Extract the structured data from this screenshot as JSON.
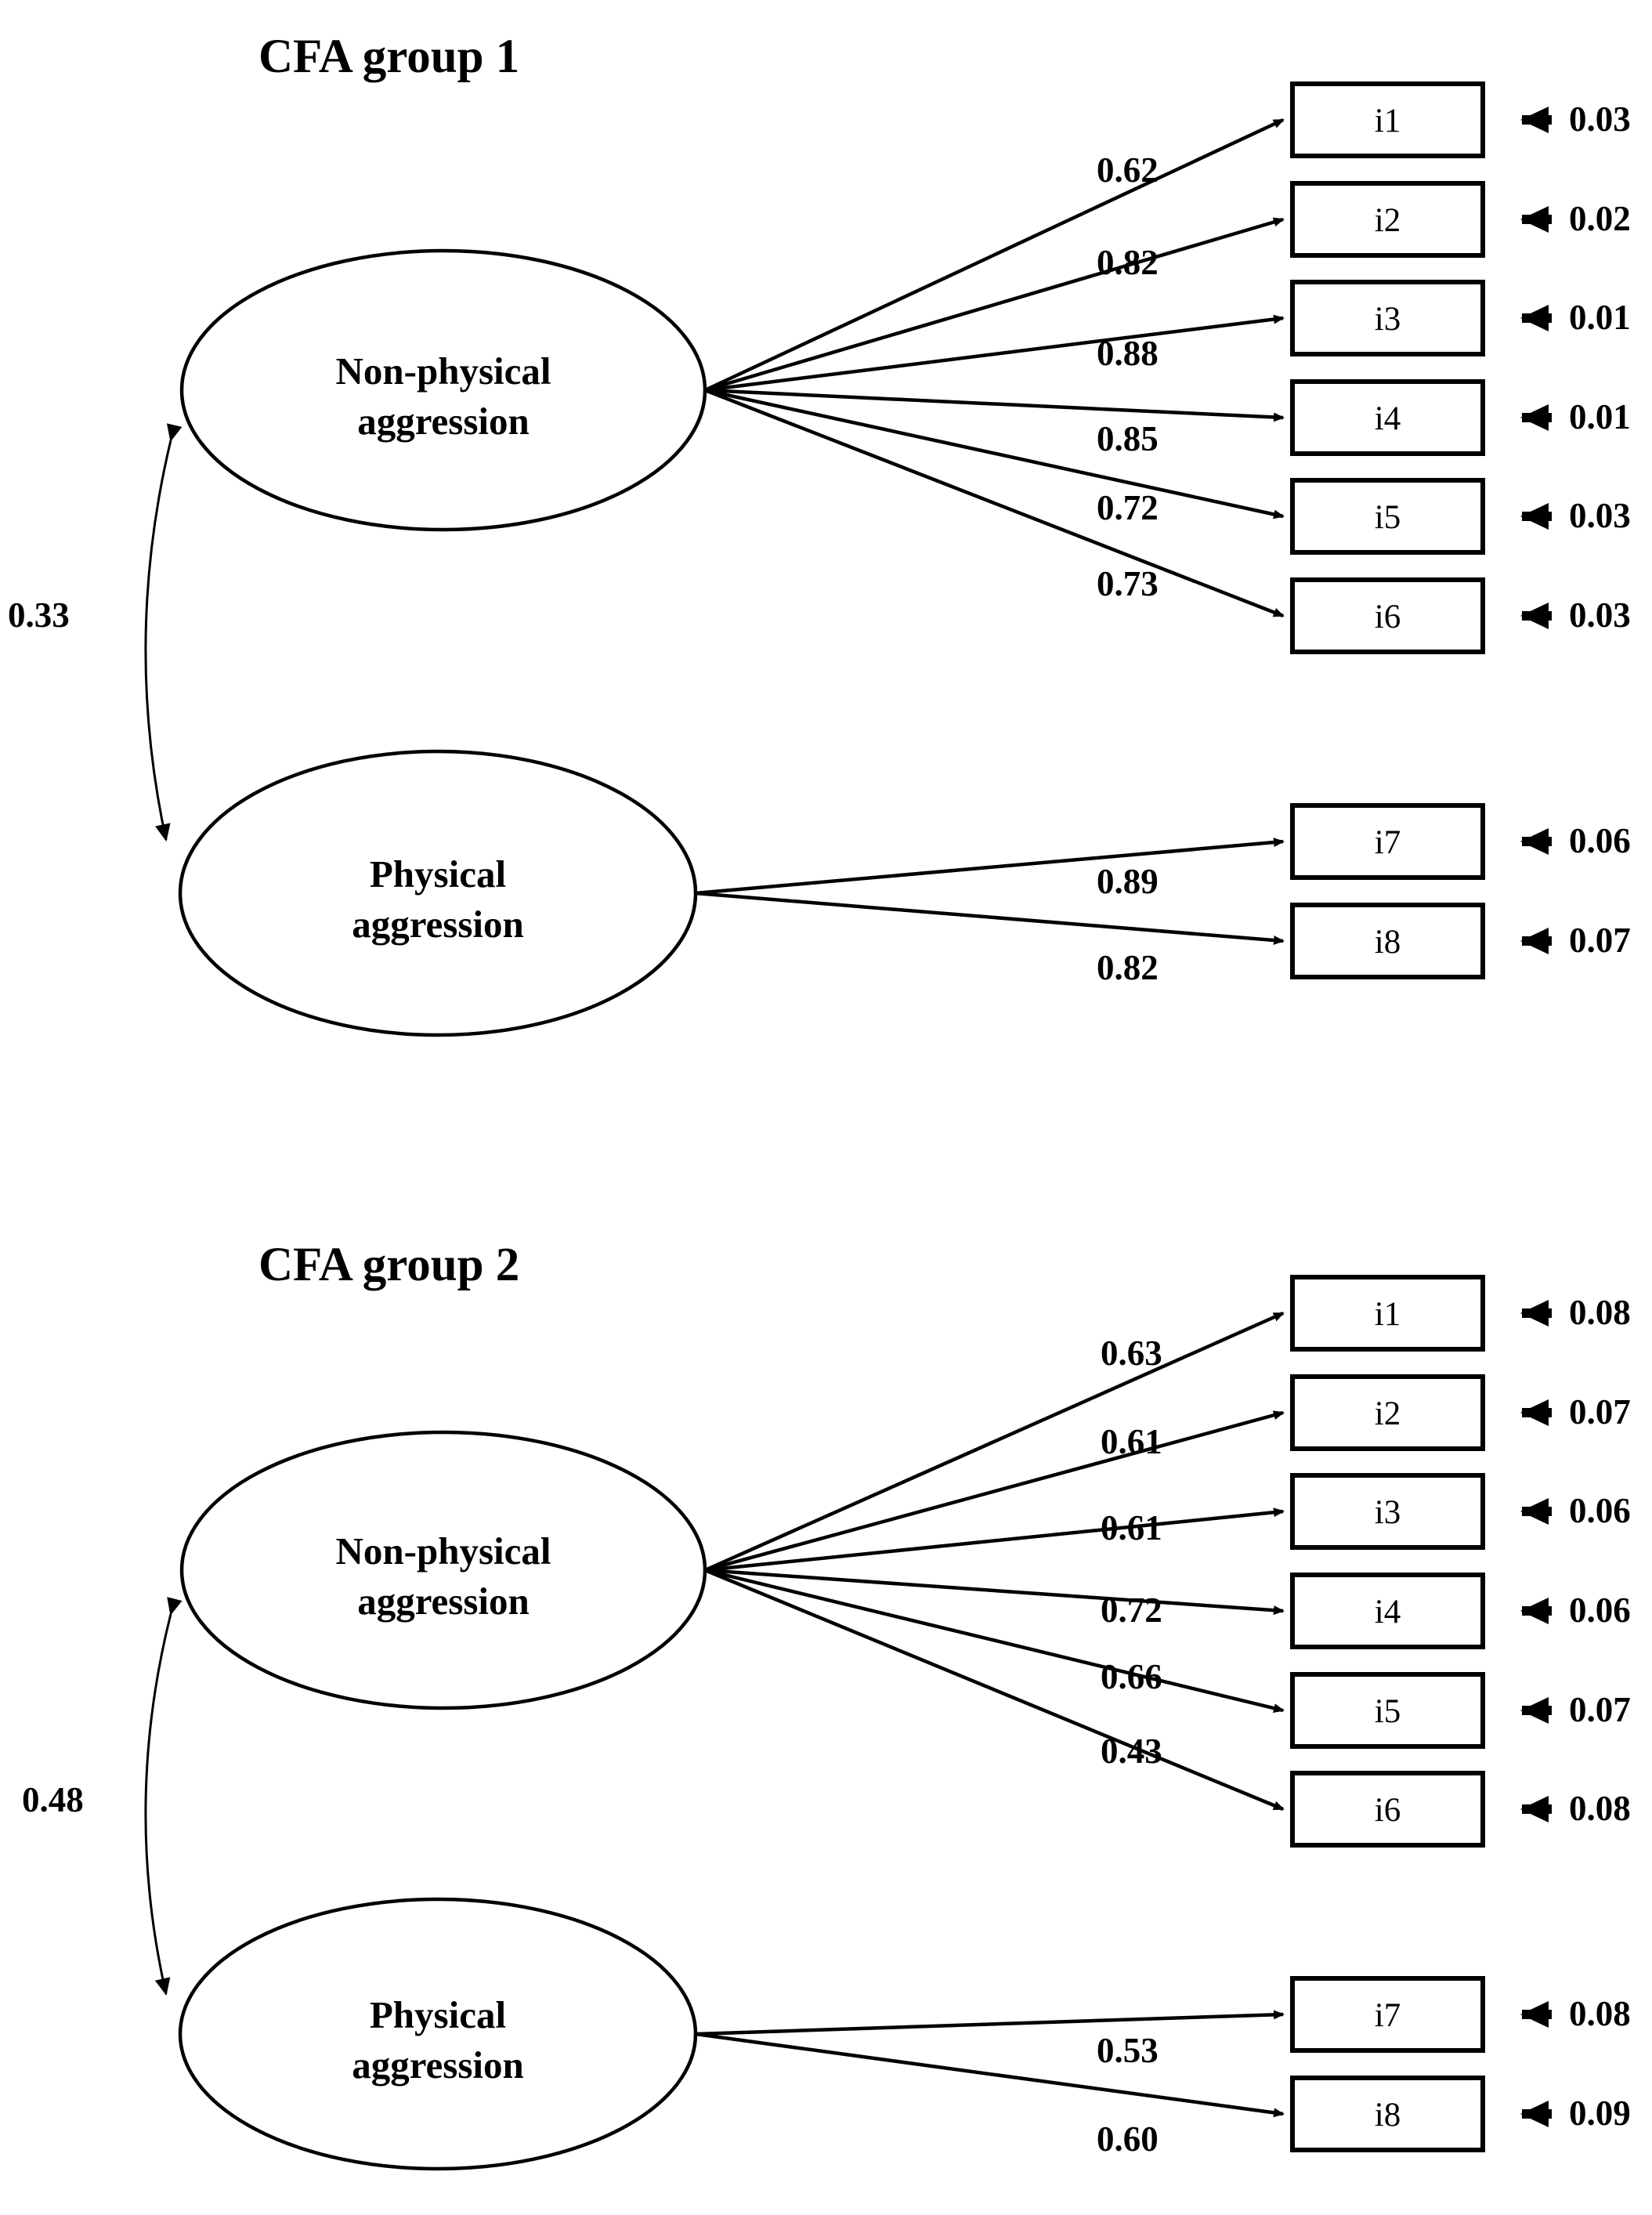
{
  "figure": {
    "type": "path-diagram",
    "description": "Two-group confirmatory factor analysis path diagrams with standardized loadings, residual variances and factor correlations."
  },
  "groups": [
    {
      "title": "CFA group 1",
      "factors": [
        {
          "id": "nonphysical",
          "line1": "Non-physical",
          "line2": "aggression"
        },
        {
          "id": "physical",
          "line1": "Physical",
          "line2": "aggression"
        }
      ],
      "factor_correlation": "0.33",
      "indicators": [
        {
          "label": "i1",
          "loading": "0.62",
          "residual": "0.03",
          "factor": "nonphysical"
        },
        {
          "label": "i2",
          "loading": "0.82",
          "residual": "0.02",
          "factor": "nonphysical"
        },
        {
          "label": "i3",
          "loading": "0.88",
          "residual": "0.01",
          "factor": "nonphysical"
        },
        {
          "label": "i4",
          "loading": "0.85",
          "residual": "0.01",
          "factor": "nonphysical"
        },
        {
          "label": "i5",
          "loading": "0.72",
          "residual": "0.03",
          "factor": "nonphysical"
        },
        {
          "label": "i6",
          "loading": "0.73",
          "residual": "0.03",
          "factor": "nonphysical"
        },
        {
          "label": "i7",
          "loading": "0.89",
          "residual": "0.06",
          "factor": "physical"
        },
        {
          "label": "i8",
          "loading": "0.82",
          "residual": "0.07",
          "factor": "physical"
        }
      ]
    },
    {
      "title": "CFA group 2",
      "factors": [
        {
          "id": "nonphysical",
          "line1": "Non-physical",
          "line2": "aggression"
        },
        {
          "id": "physical",
          "line1": "Physical",
          "line2": "aggression"
        }
      ],
      "factor_correlation": "0.48",
      "indicators": [
        {
          "label": "i1",
          "loading": "0.63",
          "residual": "0.08",
          "factor": "nonphysical"
        },
        {
          "label": "i2",
          "loading": "0.61",
          "residual": "0.07",
          "factor": "nonphysical"
        },
        {
          "label": "i3",
          "loading": "0.61",
          "residual": "0.06",
          "factor": "nonphysical"
        },
        {
          "label": "i4",
          "loading": "0.72",
          "residual": "0.06",
          "factor": "nonphysical"
        },
        {
          "label": "i5",
          "loading": "0.66",
          "residual": "0.07",
          "factor": "nonphysical"
        },
        {
          "label": "i6",
          "loading": "0.43",
          "residual": "0.08",
          "factor": "nonphysical"
        },
        {
          "label": "i7",
          "loading": "0.53",
          "residual": "0.08",
          "factor": "physical"
        },
        {
          "label": "i8",
          "loading": "0.60",
          "residual": "0.09",
          "factor": "physical"
        }
      ]
    }
  ],
  "colors": {
    "stroke": "#000000",
    "background": "#ffffff",
    "text": "#000000"
  }
}
